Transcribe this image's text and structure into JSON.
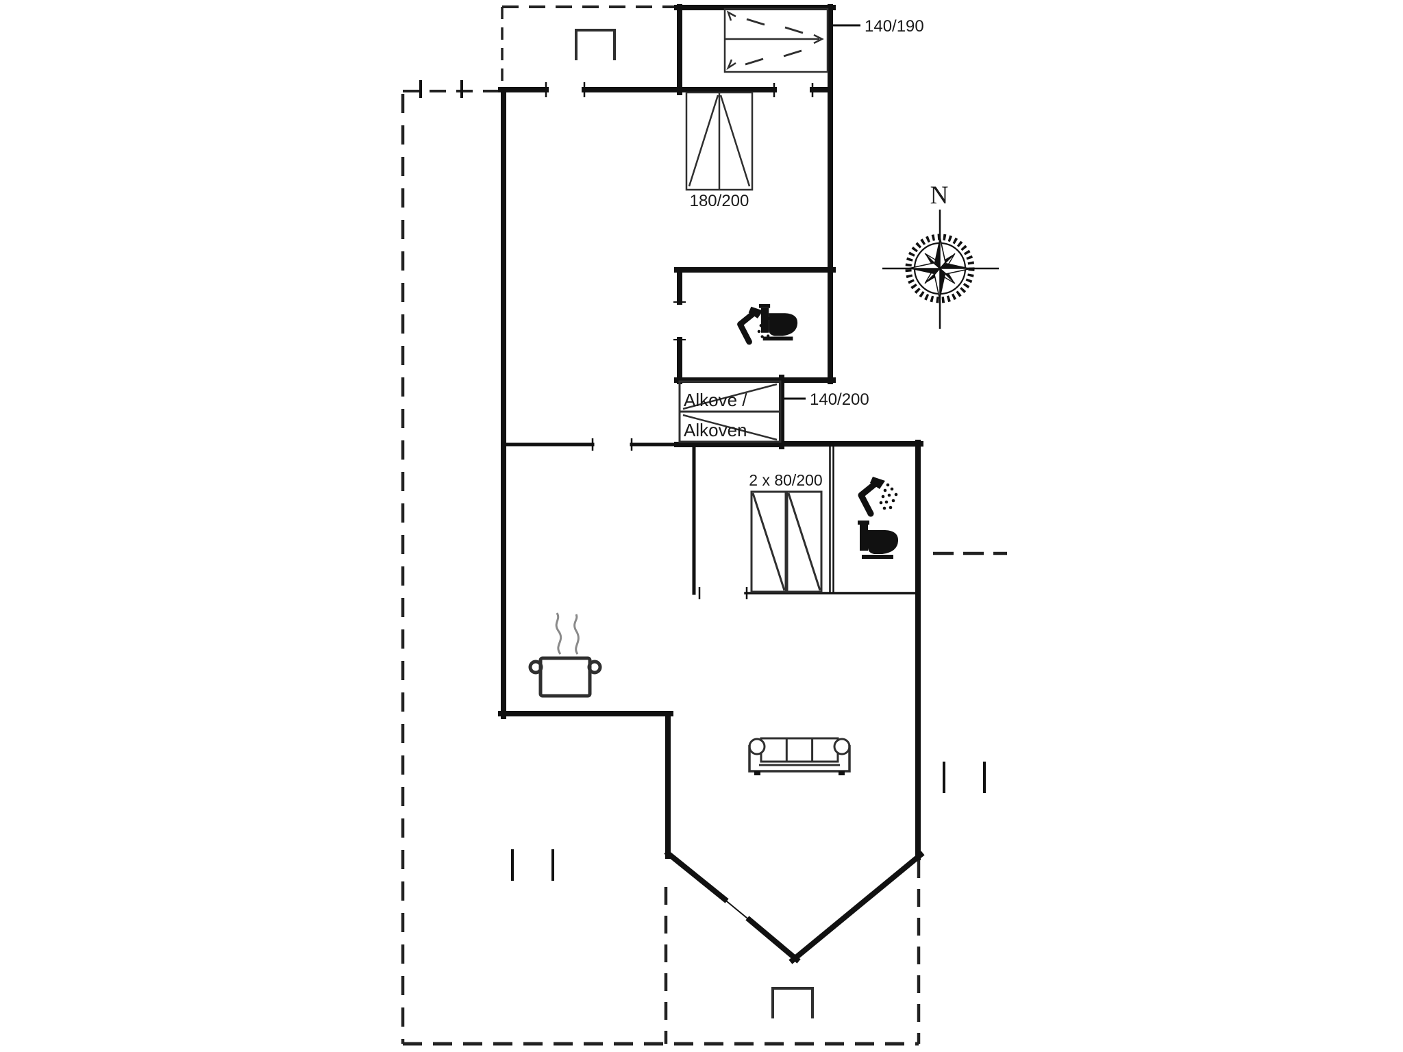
{
  "page": {
    "background": "#ffffff"
  },
  "plan": {
    "labels": {
      "bed_top_size": "140/190",
      "bed_left_size": "180/200",
      "alcove_title": "Alkove /",
      "alcove_subtitle": "Alkoven",
      "alcove_size": "140/200",
      "twin_bed_size": "2 x 80/200",
      "compass_north": "N"
    },
    "colors": {
      "wall": "#111111",
      "furniture": "#2f2f2f",
      "dashed_boundary": "#222222",
      "label_text": "#1a1a1a",
      "steam": "#8a8a8a"
    },
    "icons": {
      "compass": "compass-rose-icon",
      "shower": "shower-icon",
      "toilet": "toilet-icon",
      "pot": "cooking-pot-icon",
      "sofa": "sofa-icon",
      "steps": "entrance-steps-icon"
    }
  }
}
